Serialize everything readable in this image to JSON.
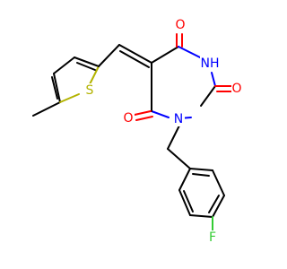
{
  "molecule": {
    "atoms": {
      "O1": "O",
      "O2": "O",
      "O3": "O",
      "N1": "N",
      "N2": "NH",
      "S": "S",
      "F": "F"
    },
    "colors": {
      "carbon": "#000000",
      "oxygen": "#ff0000",
      "nitrogen": "#0000ff",
      "sulfur": "#b3b300",
      "fluorine": "#33cc33",
      "background": "#ffffff"
    }
  }
}
